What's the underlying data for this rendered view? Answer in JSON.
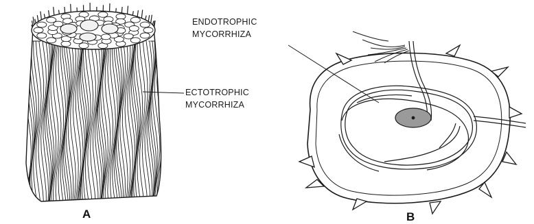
{
  "panel_a": {
    "letter": "A",
    "label_line1": "ECTOTROPHIC",
    "label_line2": "MYCORRHIZA"
  },
  "panel_b": {
    "letter": "B",
    "label_line1": "ENDOTROPHIC",
    "label_line2": "MYCORRHIZA"
  },
  "colors": {
    "ink": "#1a1a1a",
    "background": "#ffffff",
    "nucleus": "#9a9a9a"
  }
}
